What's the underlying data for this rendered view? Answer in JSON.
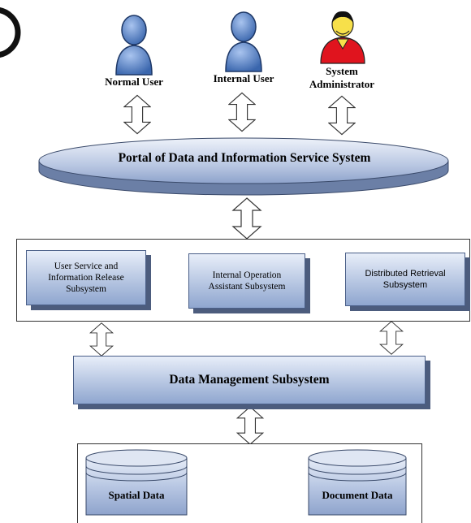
{
  "users": [
    {
      "label_lines": [
        "Normal User"
      ],
      "icon": "person-icon-blue"
    },
    {
      "label_lines": [
        "Internal User"
      ],
      "icon": "person-icon-blue"
    },
    {
      "label_lines": [
        "System",
        "Administrator"
      ],
      "icon": "person-icon-red"
    }
  ],
  "portal": {
    "title": "Portal of Data and Information Service System"
  },
  "subsystems": [
    {
      "lines": [
        "User Service and",
        "Information Release",
        "Subsystem"
      ],
      "font": "serif"
    },
    {
      "lines": [
        "Internal Operation",
        "Assistant Subsystem"
      ],
      "font": "serif"
    },
    {
      "lines": [
        "Distributed Retrieval",
        "Subsystem"
      ],
      "font": "sans"
    }
  ],
  "data_management": {
    "title": "Data Management Subsystem"
  },
  "databases": [
    {
      "label": "Spatial Data"
    },
    {
      "label": "Document Data"
    }
  ],
  "colors": {
    "box_light": "#e8eef9",
    "box_dark": "#8fa6cf",
    "shadow": "#4c5c7d",
    "admin_red": "#e0141e",
    "user_blue": "#5b86c8"
  }
}
